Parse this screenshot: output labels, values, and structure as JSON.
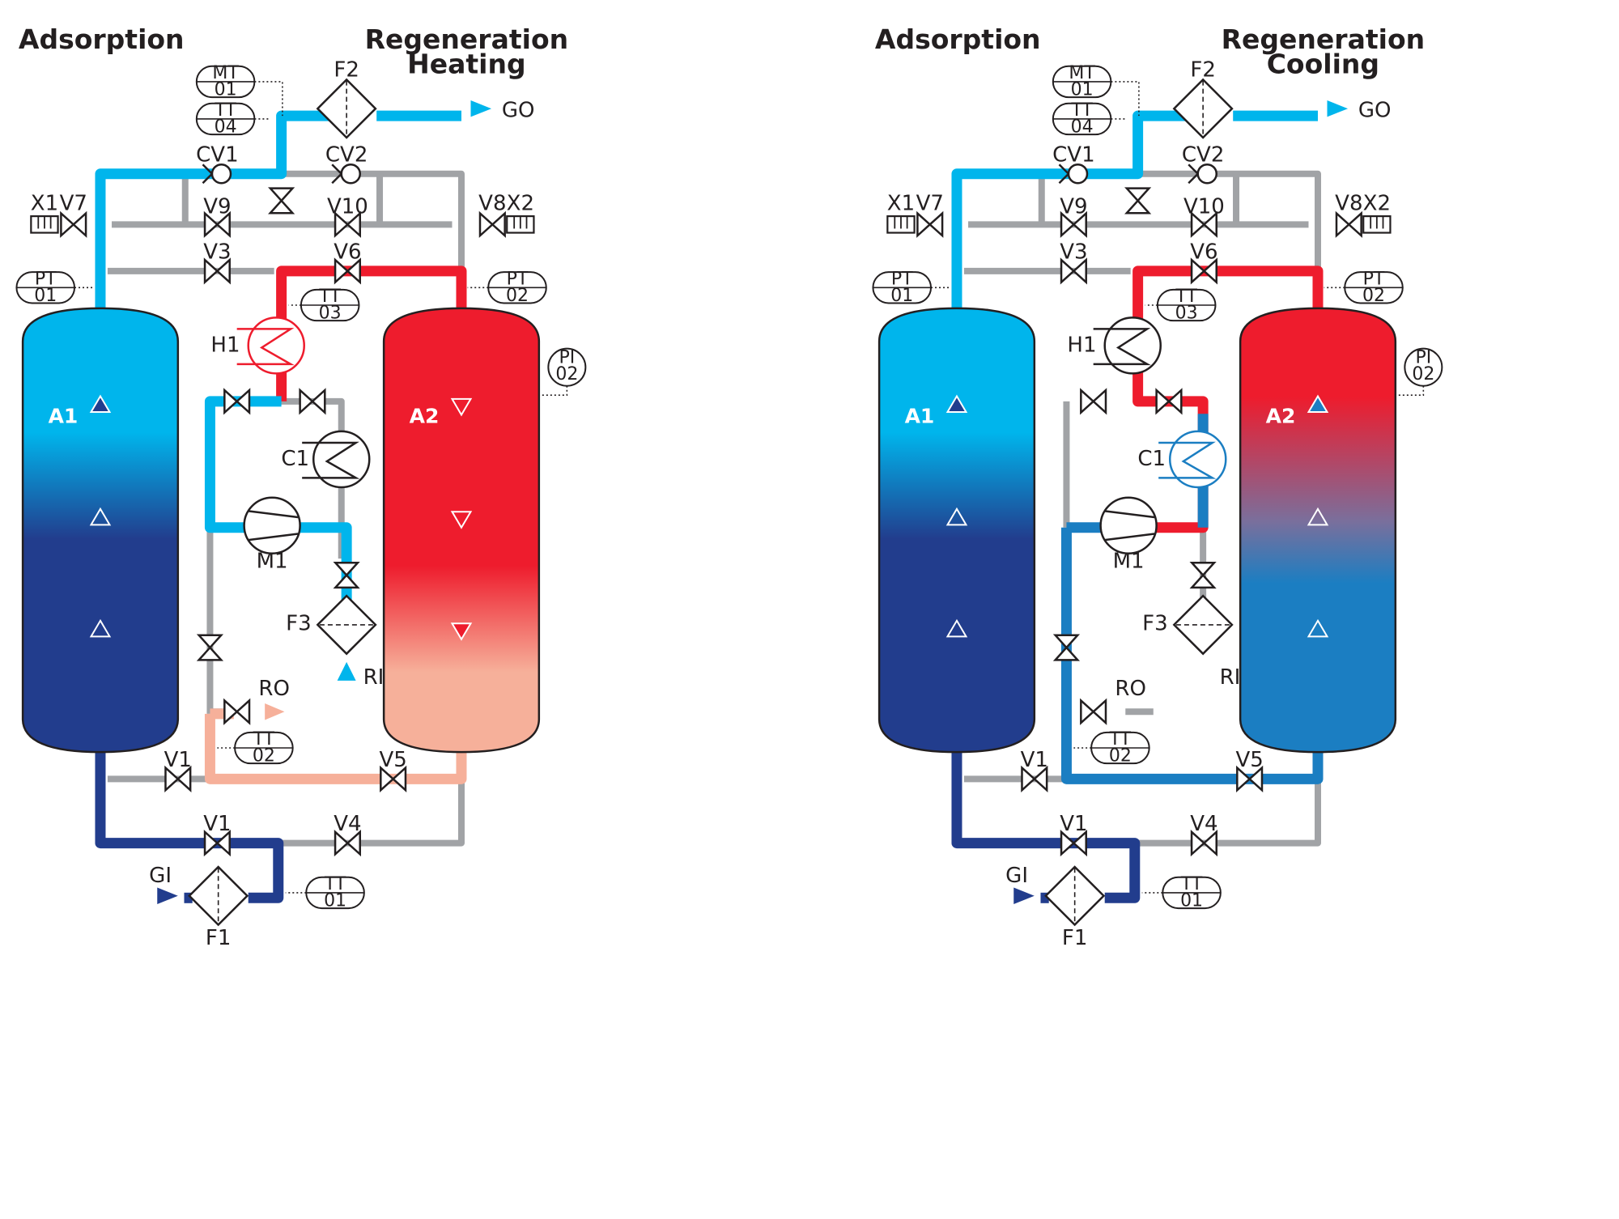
{
  "colors": {
    "blue_light": "#00b5ec",
    "blue_dark": "#223d8d",
    "blue_mid": "#1b7ec2",
    "red": "#ee1c2d",
    "salmon": "#f6b09a",
    "grey": "#a1a3a6",
    "black": "#231f20"
  },
  "panels": [
    {
      "left_heading": "Adsorption",
      "right_heading_line1": "Regeneration",
      "right_heading_line2": "Heating",
      "vessel_left": "A1",
      "vessel_right": "A2",
      "labels": {
        "f2": "F2",
        "go": "GO",
        "cv1": "CV1",
        "cv2": "CV2",
        "x1": "X1",
        "v7": "V7",
        "v9": "V9",
        "v10": "V10",
        "v8": "V8",
        "x2": "X2",
        "v3": "V3",
        "v6": "V6",
        "h1": "H1",
        "c1": "C1",
        "m1": "M1",
        "f3": "F3",
        "ri": "RI",
        "ro": "RO",
        "v1a": "V1",
        "v5": "V5",
        "v1b": "V1",
        "v4": "V4",
        "gi": "GI",
        "f1": "F1"
      },
      "instruments": {
        "mt01": [
          "MT",
          "01"
        ],
        "tt04": [
          "TT",
          "04"
        ],
        "pt01": [
          "PT",
          "01"
        ],
        "pt02": [
          "PT",
          "02"
        ],
        "tt03": [
          "TT",
          "03"
        ],
        "pi02": [
          "PI",
          "02"
        ],
        "tt02": [
          "TT",
          "02"
        ],
        "tt01": [
          "TT",
          "01"
        ]
      }
    },
    {
      "left_heading": "Adsorption",
      "right_heading_line1": "Regeneration",
      "right_heading_line2": "Cooling",
      "vessel_left": "A1",
      "vessel_right": "A2",
      "labels": {
        "f2": "F2",
        "go": "GO",
        "cv1": "CV1",
        "cv2": "CV2",
        "x1": "X1",
        "v7": "V7",
        "v9": "V9",
        "v10": "V10",
        "v8": "V8",
        "x2": "X2",
        "v3": "V3",
        "v6": "V6",
        "h1": "H1",
        "c1": "C1",
        "m1": "M1",
        "f3": "F3",
        "ri": "RI",
        "ro": "RO",
        "v1a": "V1",
        "v5": "V5",
        "v1b": "V1",
        "v4": "V4",
        "gi": "GI",
        "f1": "F1"
      },
      "instruments": {
        "mt01": [
          "MT",
          "01"
        ],
        "tt04": [
          "TT",
          "04"
        ],
        "pt01": [
          "PT",
          "01"
        ],
        "pt02": [
          "PT",
          "02"
        ],
        "tt03": [
          "TT",
          "03"
        ],
        "pi02": [
          "PI",
          "02"
        ],
        "tt02": [
          "TT",
          "02"
        ],
        "tt01": [
          "TT",
          "01"
        ]
      }
    }
  ]
}
